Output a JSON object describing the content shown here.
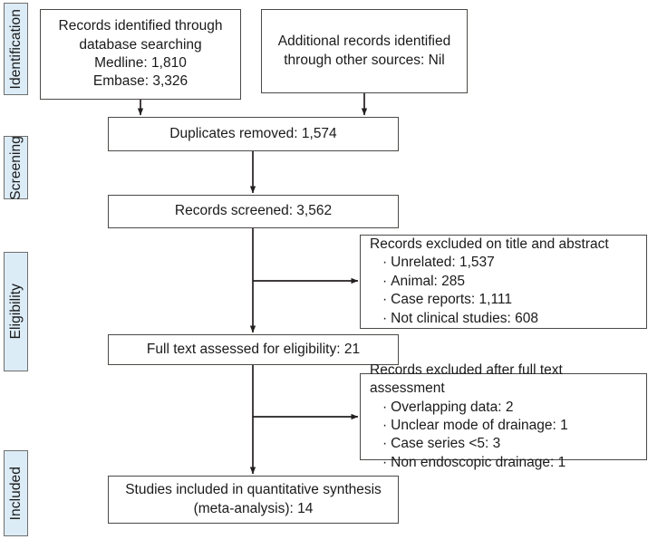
{
  "diagram": {
    "title": "PRISMA study selection flow diagram",
    "colors": {
      "stage_label_fill": "#dcecf7",
      "stage_label_border": "#6f6f6f",
      "box_border": "#4c4a47",
      "background": "#ffffff",
      "text": "#1a1a1a",
      "connector": "#231f20"
    }
  },
  "stages": [
    {
      "id": "identification",
      "label": "Identification"
    },
    {
      "id": "screening",
      "label": "Screening"
    },
    {
      "id": "eligibility",
      "label": "Eligibility"
    },
    {
      "id": "included",
      "label": "Included"
    }
  ],
  "boxes": {
    "database": {
      "lines": [
        "Records identified through",
        "database searching",
        "Medline: 1,810",
        "Embase: 3,326"
      ]
    },
    "additional": {
      "lines": [
        "Additional records identified",
        "through other sources: Nil"
      ]
    },
    "duplicates": {
      "lines": [
        "Duplicates removed: 1,574"
      ]
    },
    "screened": {
      "lines": [
        "Records screened: 3,562"
      ]
    },
    "excluded_title_abstract": {
      "heading": "Records excluded on title and abstract",
      "items": [
        "Unrelated: 1,537",
        "Animal: 285",
        "Case reports: 1,111",
        "Not clinical studies: 608"
      ],
      "bullet": "·"
    },
    "fulltext": {
      "lines": [
        "Full text assessed for eligibility: 21"
      ]
    },
    "excluded_full_text": {
      "heading": "Records excluded after full text assessment",
      "items": [
        "Overlapping data: 2",
        "Unclear mode of drainage: 1",
        "Case series <5: 3",
        "Non endoscopic drainage: 1"
      ],
      "bullet": "·"
    },
    "included": {
      "lines": [
        "Studies included in quantitative synthesis",
        "(meta-analysis): 14"
      ]
    }
  },
  "chart_data": {
    "type": "flowchart",
    "title": "PRISMA flow diagram of study selection",
    "nodes": [
      {
        "id": "database",
        "stage": "Identification",
        "label": "Records identified through database searching",
        "values": {
          "Medline": 1810,
          "Embase": 3326
        }
      },
      {
        "id": "additional",
        "stage": "Identification",
        "label": "Additional records identified through other sources",
        "value": "Nil"
      },
      {
        "id": "duplicates",
        "stage": "Screening",
        "label": "Duplicates removed",
        "value": 1574
      },
      {
        "id": "screened",
        "stage": "Screening",
        "label": "Records screened",
        "value": 3562
      },
      {
        "id": "excluded_title_abstract",
        "stage": "Eligibility",
        "label": "Records excluded on title and abstract",
        "values": {
          "Unrelated": 1537,
          "Animal": 285,
          "Case reports": 1111,
          "Not clinical studies": 608
        }
      },
      {
        "id": "fulltext",
        "stage": "Eligibility",
        "label": "Full text assessed for eligibility",
        "value": 21
      },
      {
        "id": "excluded_full_text",
        "stage": "Eligibility",
        "label": "Records excluded after full text assessment",
        "values": {
          "Overlapping data": 2,
          "Unclear mode of drainage": 1,
          "Case series <5": 3,
          "Non endoscopic drainage": 1
        }
      },
      {
        "id": "included",
        "stage": "Included",
        "label": "Studies included in quantitative synthesis (meta-analysis)",
        "value": 14
      }
    ],
    "edges": [
      {
        "from": "database",
        "to": "duplicates"
      },
      {
        "from": "additional",
        "to": "duplicates"
      },
      {
        "from": "duplicates",
        "to": "screened"
      },
      {
        "from": "screened",
        "to": "excluded_title_abstract"
      },
      {
        "from": "screened",
        "to": "fulltext"
      },
      {
        "from": "fulltext",
        "to": "excluded_full_text"
      },
      {
        "from": "fulltext",
        "to": "included"
      }
    ]
  }
}
